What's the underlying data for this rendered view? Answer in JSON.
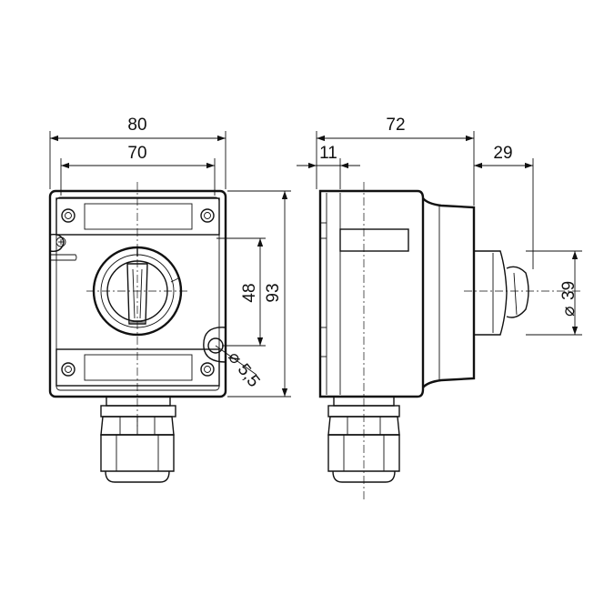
{
  "dimensions": {
    "front_width_outer": "80",
    "front_width_inner": "70",
    "front_height_inner": "48",
    "front_height_outer": "93",
    "hole_diameter": "5,5",
    "side_depth_total": "72",
    "side_offset": "11",
    "knob_projection": "29",
    "knob_diameter": "39"
  },
  "symbols": {
    "diameter": "⌀"
  }
}
